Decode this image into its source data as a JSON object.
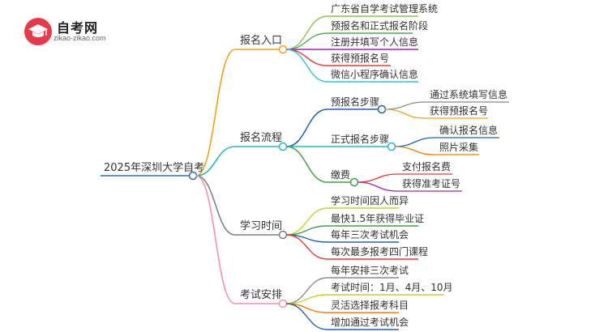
{
  "logo": {
    "name": "自考网",
    "url": "zikao-zikao.com",
    "icon": "graduation-cap-icon",
    "color": "#e8394a"
  },
  "root": {
    "label": "2025年深圳大学自考",
    "color": "#2c6fb4"
  },
  "branches": [
    {
      "label": "报名入口",
      "color": "#f0a21a",
      "leaves": [
        {
          "label": "广东省自学考试管理系统",
          "color": "#8bc34a"
        },
        {
          "label": "预报名和正式报名阶段",
          "color": "#4caf50"
        },
        {
          "label": "注册并填写个人信息",
          "color": "#9c27b0"
        },
        {
          "label": "获得预报名号",
          "color": "#e53935"
        },
        {
          "label": "微信小程序确认信息",
          "color": "#26c6da"
        }
      ]
    },
    {
      "label": "报名流程",
      "color": "#29b6c6",
      "subs": [
        {
          "label": "预报名步骤",
          "color": "#1e63b0",
          "leaves": [
            {
              "label": "通过系统填写信息",
              "color": "#8a8a8a"
            },
            {
              "label": "获得预报名号",
              "color": "#f0a21a"
            }
          ]
        },
        {
          "label": "正式报名步骤",
          "color": "#29b6c6",
          "leaves": [
            {
              "label": "确认报名信息",
              "color": "#1e63b0"
            },
            {
              "label": "照片采集",
              "color": "#f57c00"
            }
          ]
        },
        {
          "label": "缴费",
          "color": "#43a047",
          "leaves": [
            {
              "label": "支付报名费",
              "color": "#e53935"
            },
            {
              "label": "获得准考证号",
              "color": "#9c27b0"
            }
          ]
        }
      ]
    },
    {
      "label": "学习时间",
      "color": "#808080",
      "leaves": [
        {
          "label": "学习时间因人而异",
          "color": "#c6d22a"
        },
        {
          "label": "最快1.5年获得毕业证",
          "color": "#43a047"
        },
        {
          "label": "每年三次考试机会",
          "color": "#1e63b0"
        },
        {
          "label": "每次最多报考四门课程",
          "color": "#e53935"
        }
      ]
    },
    {
      "label": "考试安排",
      "color": "#f48fb1",
      "leaves": [
        {
          "label": "每年安排三次考试",
          "color": "#8a8a8a"
        },
        {
          "label": "考试时间：1月、4月、10月",
          "color": "#c6d22a"
        },
        {
          "label": "灵活选择报考科目",
          "color": "#f57c00"
        },
        {
          "label": "增加通过考试机会",
          "color": "#1e63b0"
        }
      ]
    }
  ]
}
